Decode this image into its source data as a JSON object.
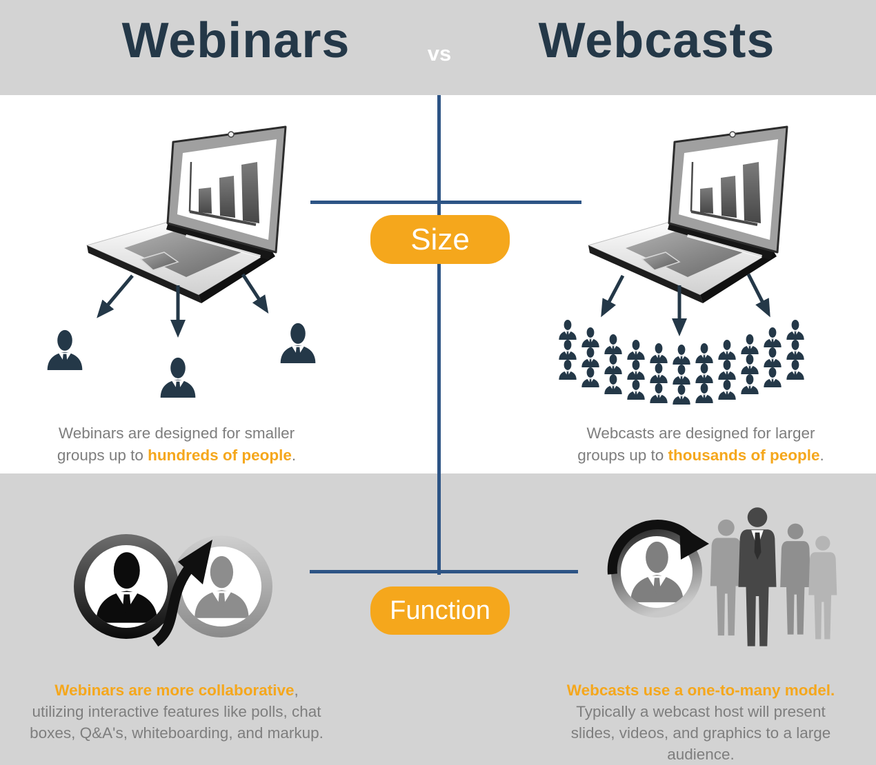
{
  "header": {
    "left_title": "Webinars",
    "vs_label": "vs",
    "right_title": "Webcasts"
  },
  "size_row": {
    "badge": "Size",
    "left_caption": {
      "pre": "Webinars are designed for smaller groups up to ",
      "highlight": "hundreds of people",
      "post": "."
    },
    "right_caption": {
      "pre": "Webcasts are designed for larger groups up to ",
      "highlight": "thousands of people",
      "post": "."
    }
  },
  "function_row": {
    "badge": "Function",
    "left_caption": {
      "highlight": "Webinars are more collaborative",
      "post": ", utilizing interactive features like polls, chat boxes, Q&A's, whiteboarding, and markup."
    },
    "right_caption": {
      "highlight": "Webcasts use a one-to-many model.",
      "post": " Typically a webcast host will present slides, videos, and graphics to a large audience."
    }
  },
  "crowd": {
    "count": 33,
    "columns": 11,
    "per_column": 3,
    "col_spacing": 33,
    "row_spacing": 29,
    "arc_depth": 36
  },
  "icons": {
    "left_device": "laptop-barchart-icon",
    "right_device": "laptop-barchart-icon",
    "left_audience": "attendee-bust-icon",
    "right_audience": "attendee-crowd-icon",
    "left_function": "collaboration-loop-arrow-icon",
    "right_function": "one-to-many-broadcast-icon"
  },
  "colors": {
    "accent": "#F5A71C",
    "line": "#2D5485",
    "navy": "#243848",
    "text_gray": "#7E7E7E",
    "bg_gray": "#D3D3D3"
  }
}
